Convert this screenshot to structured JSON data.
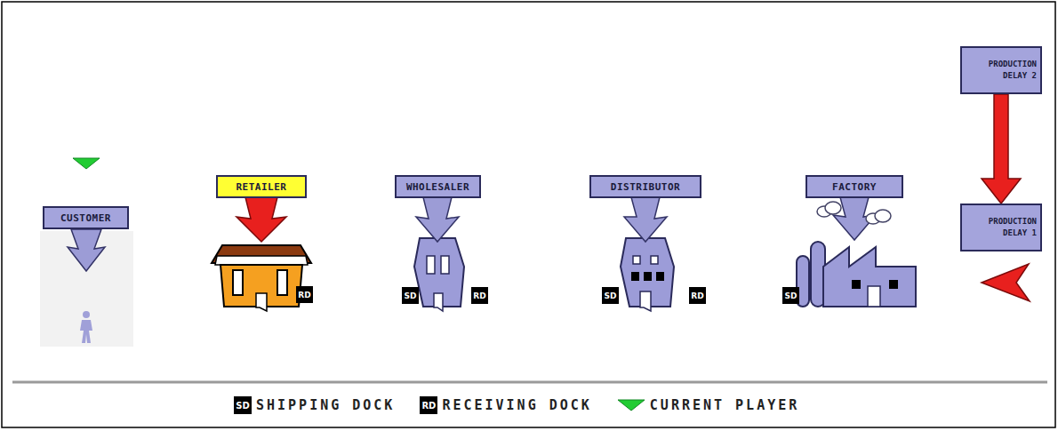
{
  "diagram": {
    "nodes": [
      {
        "text": [
          "CUSTOMER"
        ]
      },
      {
        "text": [
          "RETAILER"
        ]
      },
      {
        "text": [
          "WHOLESALER"
        ]
      },
      {
        "text": [
          "DISTRIBUTOR"
        ]
      },
      {
        "text": [
          "FACTORY"
        ]
      },
      {
        "text": [
          "PRODUCTION DELAY 2"
        ]
      },
      {
        "text": [
          "PRODUCTION DELAY 1"
        ]
      }
    ],
    "edges": [
      {
        "from": 5,
        "to": 6,
        "arrow": "to"
      }
    ],
    "labels": [
      "RD",
      "SD",
      "RD",
      "SD",
      "RD",
      "SD",
      "SD",
      "RD"
    ],
    "legend": [
      {
        "text": "SHIPPING DOCK"
      },
      {
        "text": "RECEIVING DOCK"
      },
      {
        "text": "CURRENT PLAYER"
      }
    ]
  }
}
